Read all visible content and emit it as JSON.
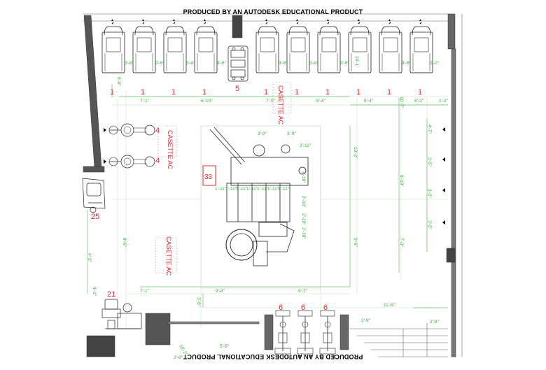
{
  "banners": {
    "top": "PRODUCED BY AN AUTODESK EDUCATIONAL PRODUCT",
    "bottom": "PRODUCED BY AN AUTODESK EDUCATIONAL PRODUCT"
  },
  "room_labels": {
    "ac_top": "CASETTE AC",
    "ac_left": "CASETTE AC",
    "ac_middle": "CASETTE AC"
  },
  "equipment_tags": {
    "treadmill": "1",
    "rack": "5",
    "bike": "4",
    "station": "33",
    "recumbent": "25",
    "multi": "21",
    "rower": "6"
  },
  "dimensions": {
    "row1": [
      "7'-1\"",
      "6'-10\"",
      "7'-0\"",
      "5'-4\"",
      "5'-4\"",
      "5'-2\"",
      "1'-2\""
    ],
    "tread_gaps": [
      "3'-6\"",
      "3'-6\"",
      "3'-6\"",
      "3'-6\"",
      "3'-6\"",
      "3'-6\"",
      "3'-6\"",
      "10'-1\"",
      "3'-6\"",
      "2'-0\""
    ],
    "station_top": [
      "3'-9\"",
      "3'-9\"",
      "2'-11\""
    ],
    "station_mid": [
      "1'-11\"",
      "1'-11\"",
      "1'-11\"",
      "1'-11\"",
      "1'-11\"",
      "1'-11\"",
      "1'-11\""
    ],
    "station_side": [
      "2'-10\"",
      "2'-10\"",
      "2'-10\"",
      "2'-10\""
    ],
    "right_col": [
      "4'-7\"",
      "3'-5\"",
      "3'-5\"",
      "3'-5\"",
      "7'-3\""
    ],
    "long": [
      "10'-2\"",
      "6'-10\"",
      "9'-6\"",
      "10'-7\"",
      "8'-6\""
    ],
    "left_col": [
      "6'-0\"",
      "4'-2\"",
      "4'-3\""
    ],
    "bottom_row": [
      "7'-1\"",
      "9'-8\"",
      "9'-7\"",
      "3'-6\"",
      "11'-6\"",
      "2'-9\"",
      "2'-8\"",
      "5'-5\"",
      "2'-8\"",
      "10'-2\""
    ]
  }
}
